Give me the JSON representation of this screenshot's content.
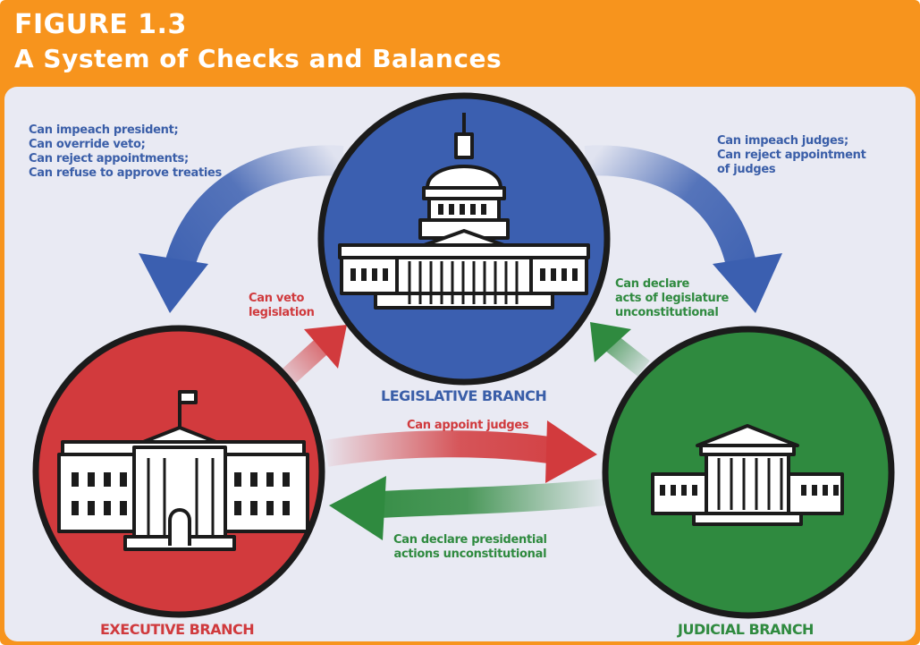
{
  "figure": {
    "number": "FIGURE 1.3",
    "title": "A System of Checks and Balances"
  },
  "colors": {
    "header_bg": "#f7941d",
    "panel_bg": "#e9eaf3",
    "legislative": "#3b5fb0",
    "executive": "#d23a3d",
    "judicial": "#2f8a3f",
    "outline": "#1b1b1b"
  },
  "branches": {
    "legislative": {
      "label": "LEGISLATIVE BRANCH",
      "icon": "capitol-building-icon"
    },
    "executive": {
      "label": "EXECUTIVE BRANCH",
      "icon": "white-house-icon"
    },
    "judicial": {
      "label": "JUDICIAL BRANCH",
      "icon": "supreme-court-icon"
    }
  },
  "checks": {
    "legislative_to_executive": [
      "Can impeach president;",
      "Can override veto;",
      "Can reject appointments;",
      "Can refuse to approve treaties"
    ],
    "legislative_to_judicial": [
      "Can impeach judges;",
      "Can reject appointment",
      "of judges"
    ],
    "executive_to_legislative": [
      "Can veto",
      "legislation"
    ],
    "judicial_to_legislative": [
      "Can declare",
      "acts of legislature",
      "unconstitutional"
    ],
    "executive_to_judicial": [
      "Can appoint judges"
    ],
    "judicial_to_executive": [
      "Can declare presidential",
      "actions unconstitutional"
    ]
  }
}
